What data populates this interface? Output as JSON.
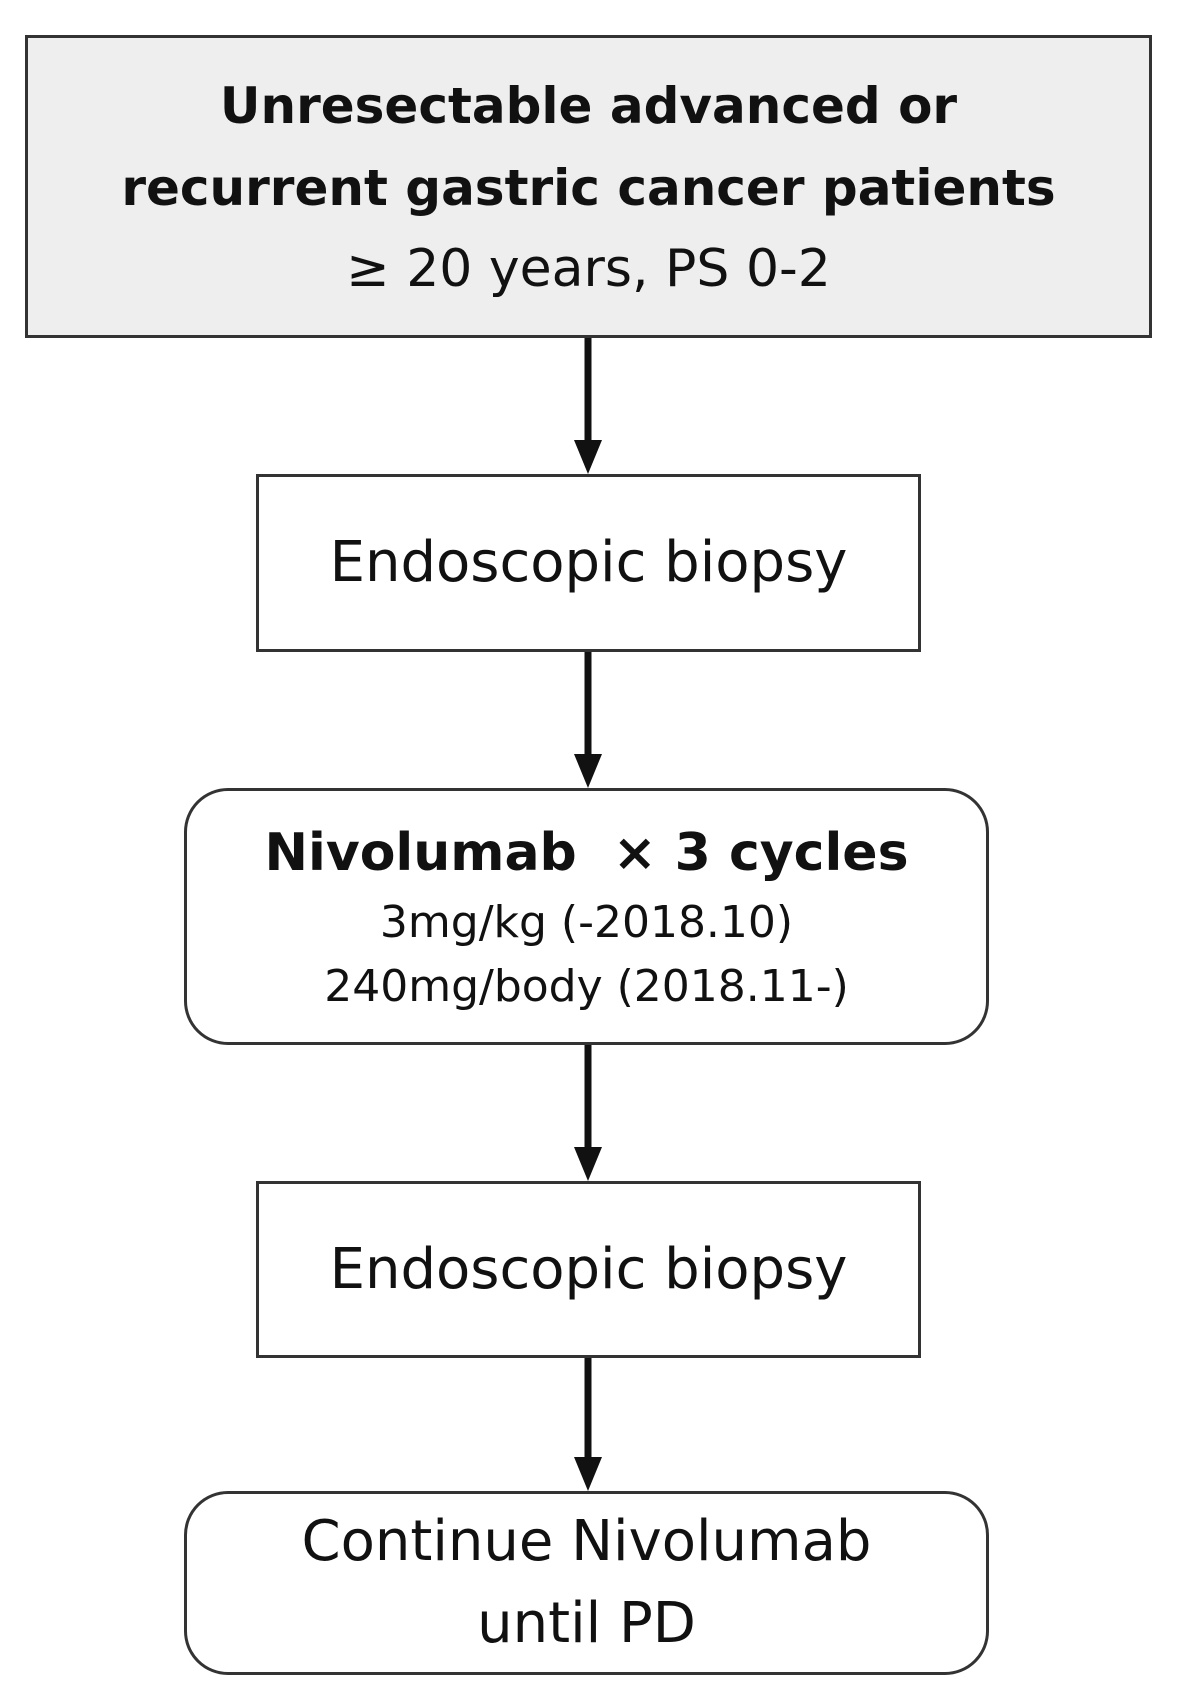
{
  "flowchart": {
    "eligibility": {
      "title_line1": "Unresectable advanced or",
      "title_line2": "recurrent gastric cancer patients",
      "criteria": "≥ 20 years, PS 0-2"
    },
    "first_biopsy": {
      "label": "Endoscopic biopsy"
    },
    "treatment": {
      "title": "Nivolumab  × 3 cycles",
      "dose_line1": "3mg/kg (-2018.10)",
      "dose_line2": "240mg/body (2018.11-)"
    },
    "second_biopsy": {
      "label": "Endoscopic biopsy"
    },
    "continuation": {
      "line1": "Continue Nivolumab",
      "line2": "until PD"
    }
  },
  "colors": {
    "shaded_fill": "#eeeeee",
    "border": "#333333",
    "arrow": "#111111"
  }
}
